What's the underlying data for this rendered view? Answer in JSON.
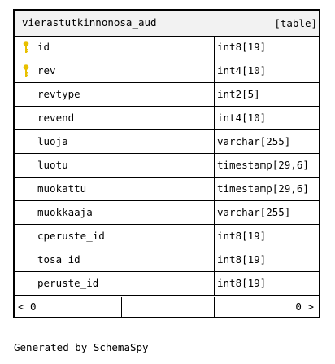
{
  "table": {
    "name": "vierastutkinnonosa_aud",
    "type_label": "[table]",
    "columns": [
      {
        "name": "id",
        "type": "int8[19]",
        "primary_key": true
      },
      {
        "name": "rev",
        "type": "int4[10]",
        "primary_key": true
      },
      {
        "name": "revtype",
        "type": "int2[5]",
        "primary_key": false
      },
      {
        "name": "revend",
        "type": "int4[10]",
        "primary_key": false
      },
      {
        "name": "luoja",
        "type": "varchar[255]",
        "primary_key": false
      },
      {
        "name": "luotu",
        "type": "timestamp[29,6]",
        "primary_key": false
      },
      {
        "name": "muokattu",
        "type": "timestamp[29,6]",
        "primary_key": false
      },
      {
        "name": "muokkaaja",
        "type": "varchar[255]",
        "primary_key": false
      },
      {
        "name": "cperuste_id",
        "type": "int8[19]",
        "primary_key": false
      },
      {
        "name": "tosa_id",
        "type": "int8[19]",
        "primary_key": false
      },
      {
        "name": "peruste_id",
        "type": "int8[19]",
        "primary_key": false
      }
    ],
    "footer": {
      "parents_label": "< 0",
      "children_label": "0 >"
    }
  },
  "key_icon_color": "#e8c000",
  "header_bg": "#f2f2f2",
  "generated_by": "Generated by SchemaSpy"
}
